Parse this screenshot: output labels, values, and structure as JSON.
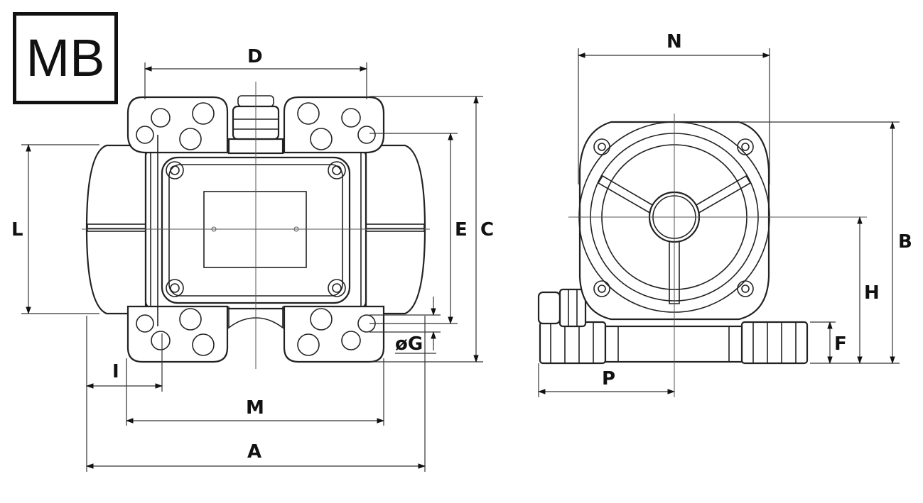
{
  "logo": {
    "text": "MB"
  },
  "dimensions": {
    "D": "D",
    "N": "N",
    "L": "L",
    "E": "E",
    "C": "C",
    "B": "B",
    "H": "H",
    "F": "F",
    "G": "øG",
    "I": "I",
    "M": "M",
    "A": "A",
    "P": "P"
  }
}
